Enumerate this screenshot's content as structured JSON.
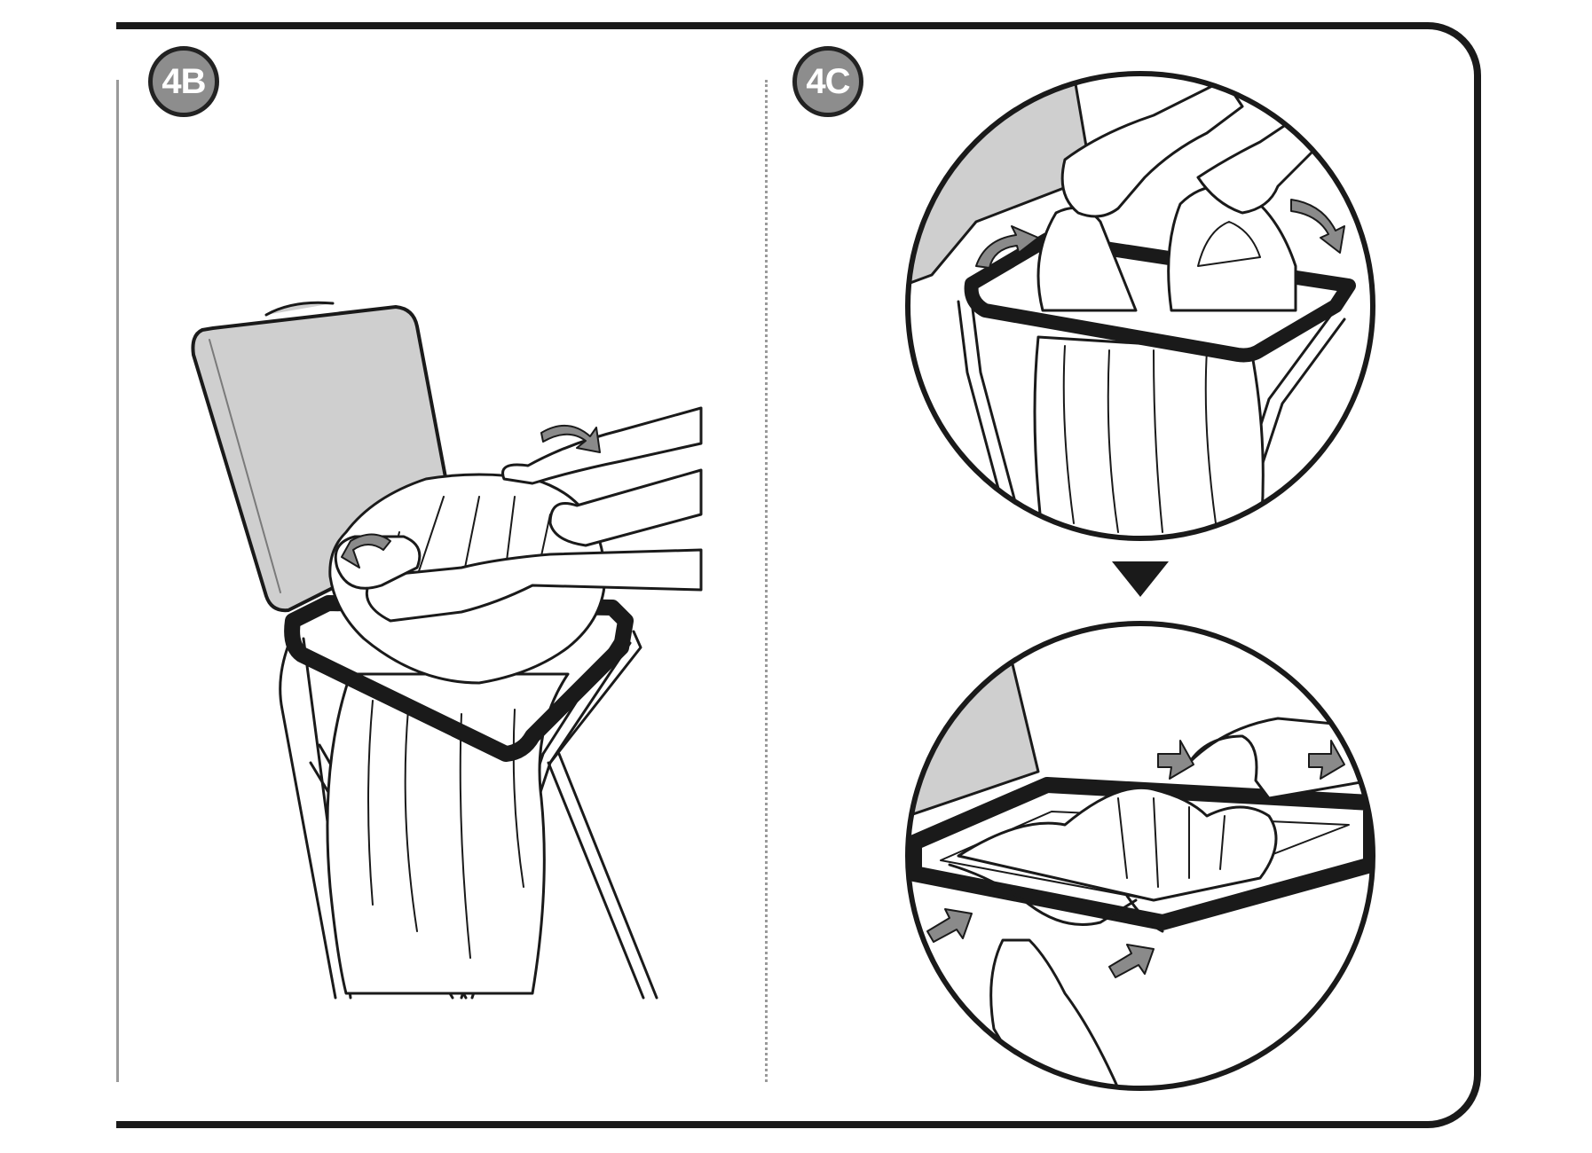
{
  "steps": [
    {
      "label": "4B",
      "scene": "open-lid-fold-bag-over-frame"
    },
    {
      "label": "4C",
      "scene": "hook-bag-handles-on-frame"
    }
  ],
  "icons": {
    "step_arrow": "down-triangle-icon",
    "fold_arrow": "curved-arrow-icon",
    "push_arrow": "arrow-icon"
  },
  "colors": {
    "line": "#1a1a1a",
    "badge_fill": "#8d8d8d",
    "lid_gray": "#cfcfcf",
    "arrow_gray": "#8a8a8a",
    "divider": "#9a9a9a"
  }
}
